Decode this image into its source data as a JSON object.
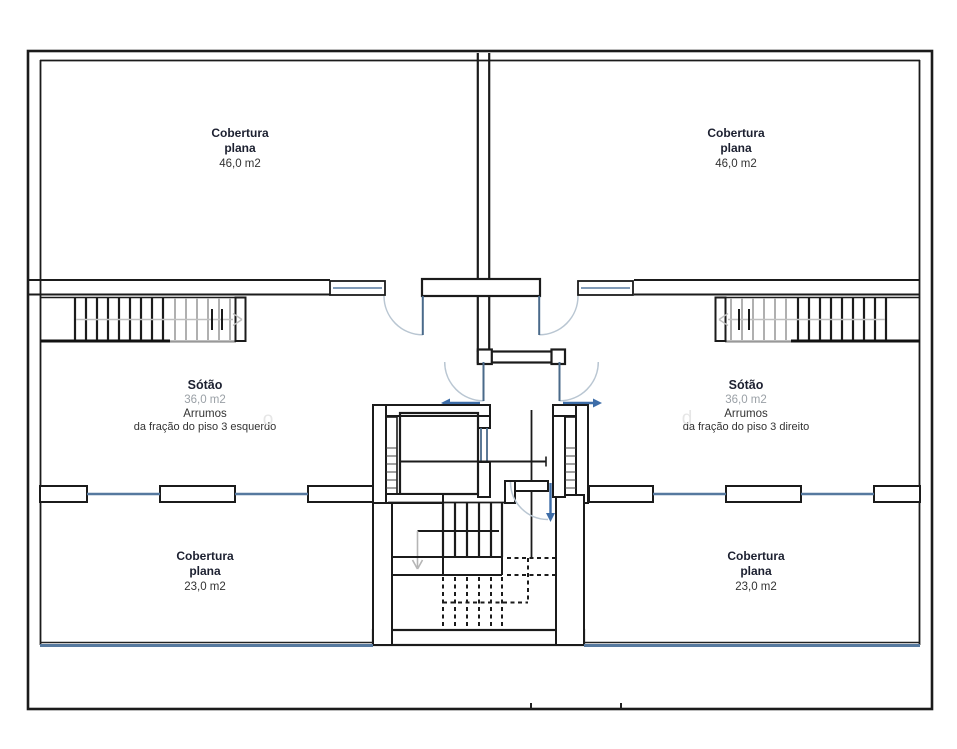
{
  "rooms": [
    {
      "id": "cobertura-plana-top-left",
      "lines": [
        "Cobertura",
        "plana",
        "46,0 m2"
      ]
    },
    {
      "id": "cobertura-plana-top-right",
      "lines": [
        "Cobertura",
        "plana",
        "46,0 m2"
      ]
    },
    {
      "id": "sotao-left",
      "lines": [
        "Sótão",
        "36,0 m2",
        "Arrumos",
        "da fração do piso 3 esquerdo"
      ]
    },
    {
      "id": "sotao-right",
      "lines": [
        "Sótão",
        "36,0 m2",
        "Arrumos",
        "da fração do piso 3 direito"
      ]
    },
    {
      "id": "cobertura-plana-bottom-left",
      "lines": [
        "Cobertura",
        "plana",
        "23,0 m2"
      ]
    },
    {
      "id": "cobertura-plana-bottom-right",
      "lines": [
        "Cobertura",
        "plana",
        "23,0 m2"
      ]
    }
  ],
  "watermark_fragments": [
    "o",
    "d"
  ],
  "colors": {
    "wall": "#1b1b1b",
    "window_blue": "#56799f",
    "arrow_blue": "#3d6da8",
    "door_leaf": "#4a6a8a",
    "arc_gray": "#b9c6d2",
    "tread_gray": "#b0b0b0"
  }
}
